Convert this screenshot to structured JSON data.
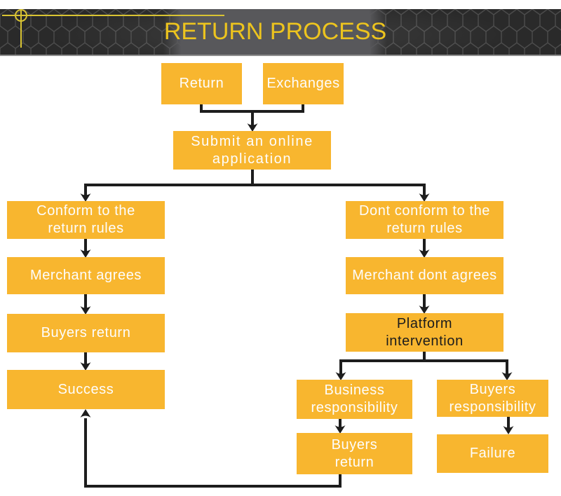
{
  "theme": {
    "banner_bg": "#2a2a2a",
    "pattern_line_color": "#4c4c4c",
    "plate_color": "#58585b",
    "title_color": "#edc41e",
    "accent_line_color": "#d9c433",
    "box_color": "#f8b62f",
    "box_text_color": "#fdfdfd",
    "box_dark_text_color": "#1c1c1c",
    "connector_color": "#1d1d1d",
    "page_bg": "#ffffff"
  },
  "header": {
    "title": "RETURN PROCESS"
  },
  "flow": {
    "nodes": [
      {
        "id": "return",
        "label": "Return"
      },
      {
        "id": "exchanges",
        "label": "Exchanges"
      },
      {
        "id": "submit",
        "label": "Submit an online\napplication"
      },
      {
        "id": "conform",
        "label": "Conform to the\nreturn rules"
      },
      {
        "id": "merchant_agrees",
        "label": "Merchant agrees"
      },
      {
        "id": "buyers_return_left",
        "label": "Buyers return"
      },
      {
        "id": "success",
        "label": "Success"
      },
      {
        "id": "dont_conform",
        "label": "Dont conform to the\nreturn rules"
      },
      {
        "id": "merchant_dont_agrees",
        "label": "Merchant dont agrees"
      },
      {
        "id": "platform_intervention",
        "label": "Platform\nintervention"
      },
      {
        "id": "business_responsibility",
        "label": "Business\nresponsibility"
      },
      {
        "id": "buyers_responsibility",
        "label": "Buyers\nresponsibility"
      },
      {
        "id": "buyers_return_right",
        "label": "Buyers\nreturn"
      },
      {
        "id": "failure",
        "label": "Failure"
      }
    ],
    "edges": [
      {
        "from": "return",
        "to": "submit"
      },
      {
        "from": "exchanges",
        "to": "submit"
      },
      {
        "from": "submit",
        "to": "conform"
      },
      {
        "from": "submit",
        "to": "dont_conform"
      },
      {
        "from": "conform",
        "to": "merchant_agrees"
      },
      {
        "from": "merchant_agrees",
        "to": "buyers_return_left"
      },
      {
        "from": "buyers_return_left",
        "to": "success"
      },
      {
        "from": "dont_conform",
        "to": "merchant_dont_agrees"
      },
      {
        "from": "merchant_dont_agrees",
        "to": "platform_intervention"
      },
      {
        "from": "platform_intervention",
        "to": "business_responsibility"
      },
      {
        "from": "platform_intervention",
        "to": "buyers_responsibility"
      },
      {
        "from": "business_responsibility",
        "to": "buyers_return_right"
      },
      {
        "from": "buyers_responsibility",
        "to": "failure"
      },
      {
        "from": "buyers_return_right",
        "to": "success"
      }
    ]
  }
}
